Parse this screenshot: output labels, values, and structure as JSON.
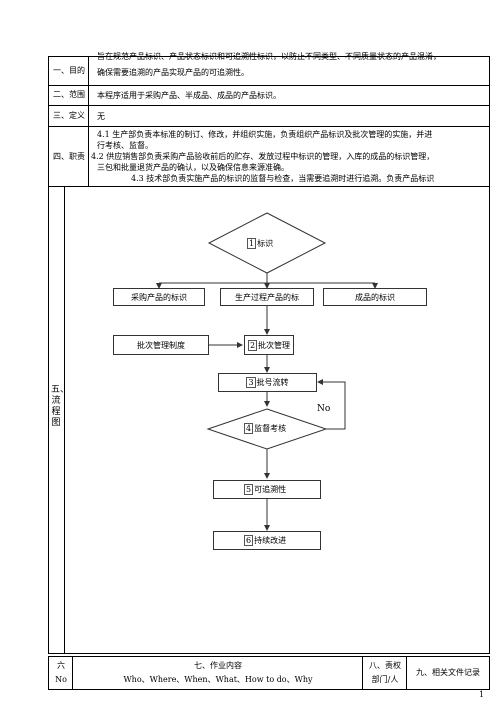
{
  "sections": {
    "purpose": {
      "label": "一、目的",
      "line1": "旨在规范产品标识、产品状态标识和可追溯性标识，以防止不同类型、不同质量状态的产品混淆，",
      "line2": "确保需要追溯的产品实现产品的可追溯性。"
    },
    "scope": {
      "label": "二、范围",
      "text": "本程序适用于采购产品、半成品、成品的产品标识。"
    },
    "definition": {
      "label": "三、定义",
      "text": "无"
    },
    "duties": {
      "label": "四、职责",
      "line1": "4.1  生产部负责本标准的制订、修改，并组织实施，负责组织产品标识及批次管理的实施，并进",
      "line2": "行考核、监督。",
      "line3": "4.2  供应销售部负责采购产品验收前后的贮存、发放过程中标识的管理，入库的成品的标识管理，",
      "line4": "三包和批量退货产品的确认，以及确保信息来源准确。",
      "line5": "4.3  技术部负责实施产品的标识的监督与检查，当需要追溯时进行追溯。负责产品标识"
    },
    "flow": {
      "label": "五、流程图",
      "nodes": {
        "n1_num": "1",
        "n1_text": "标识",
        "purchase": "采购产品的标识",
        "process": "生产过程产品的标",
        "finished": "成品的标识",
        "batch_system": "批次管理制度",
        "n2_num": "2",
        "n2_text": "批次管理",
        "n3_num": "3",
        "n3_text": "批号流转",
        "n4_num": "4",
        "n4_text": "监督考核",
        "no_label": "No",
        "n5_num": "5",
        "n5_text": "可追溯性",
        "n6_num": "6",
        "n6_text": "持续改进"
      }
    }
  },
  "footer_table": {
    "col6_line1": "六",
    "col6_line2": "No",
    "col7_line1": "七、作业内容",
    "col7_line2": "Who、Where、When、What、How to do、Why",
    "col8_line1": "八、责权",
    "col8_line2": "部门/人",
    "col9": "九、相关文件记录"
  },
  "page_number": "1"
}
